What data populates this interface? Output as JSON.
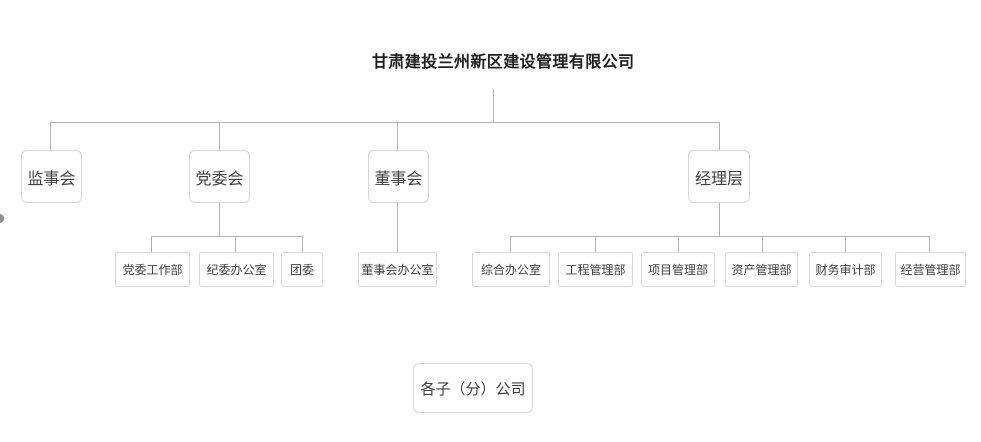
{
  "title": "甘肃建投兰州新区建设管理有限公司",
  "nodes": {
    "supervisory_board": {
      "label": "监事会"
    },
    "party_committee": {
      "label": "党委会"
    },
    "board_of_directors": {
      "label": "董事会"
    },
    "management_level": {
      "label": "经理层"
    },
    "party_work_dept": {
      "label": "党委工作部"
    },
    "discipline_office": {
      "label": "纪委办公室"
    },
    "youth_league": {
      "label": "团委"
    },
    "board_office": {
      "label": "董事会办公室"
    },
    "general_office": {
      "label": "综合办公室"
    },
    "engineering_dept": {
      "label": "工程管理部"
    },
    "project_dept": {
      "label": "项目管理部"
    },
    "asset_dept": {
      "label": "资产管理部"
    },
    "finance_audit_dept": {
      "label": "财务审计部"
    },
    "operation_dept": {
      "label": "经营管理部"
    },
    "subsidiaries": {
      "label": "各子（分）公司"
    }
  },
  "colors": {
    "background": "#ffffff",
    "box_border": "#d6d6d6",
    "connector": "#b3b3b3",
    "box_text": "#404040",
    "title_text": "#1f1f1f"
  }
}
